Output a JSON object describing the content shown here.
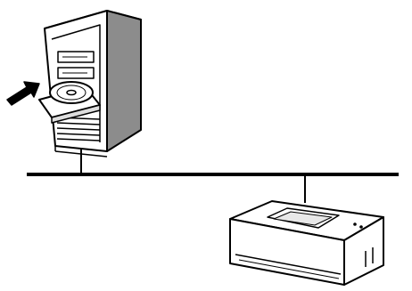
{
  "colors": {
    "ink": "#000000",
    "paper": "#ffffff",
    "shade": "#9a9a9a"
  },
  "diagram": {
    "type": "network-illustration",
    "nodes": [
      {
        "name": "computer",
        "icon": "tower-computer-icon",
        "detail": "cd-tray-open"
      },
      {
        "name": "printer",
        "icon": "laser-printer-icon"
      }
    ],
    "connections": [
      {
        "from": "computer",
        "to": "network-line"
      },
      {
        "from": "printer",
        "to": "network-line"
      }
    ],
    "indicator": {
      "icon": "insert-arrow-icon",
      "target": "cd-tray"
    }
  }
}
